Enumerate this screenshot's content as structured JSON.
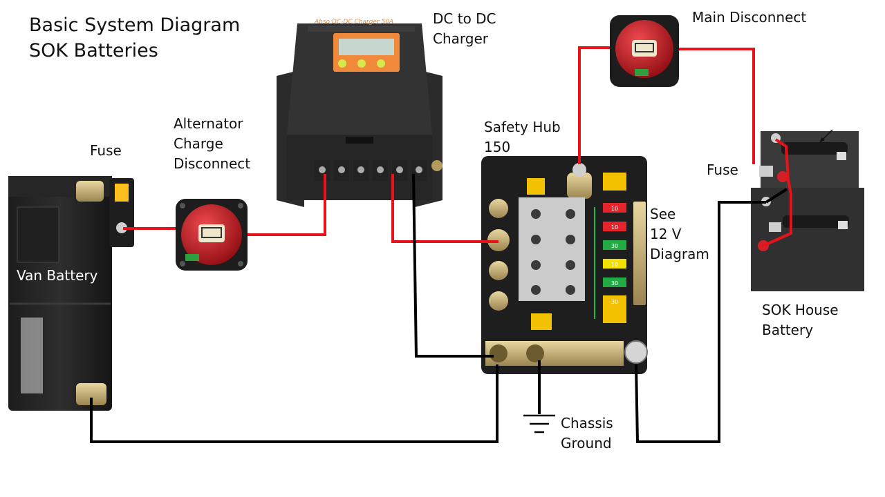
{
  "title": {
    "line1": "Basic System Diagram",
    "line2": "SOK Batteries"
  },
  "labels": {
    "fuse_left": "Fuse",
    "alternator": {
      "line1": "Alternator",
      "line2": "Charge",
      "line3": "Disconnect"
    },
    "dc_charger": {
      "line1": "DC to DC",
      "line2": "Charger"
    },
    "charger_brand": "Abso DC-DC Charger 50A",
    "main_disconnect": "Main Disconnect",
    "safety_hub": {
      "line1": "Safety Hub",
      "line2": "150"
    },
    "fuse_right": "Fuse",
    "see_12v": {
      "line1": "See",
      "line2": "12 V",
      "line3": "Diagram"
    },
    "van_battery": "Van Battery",
    "sok_house": {
      "line1": "SOK House",
      "line2": "Battery"
    },
    "chassis": {
      "line1": "Chassis",
      "line2": "Ground"
    }
  },
  "colors": {
    "positive_wire": "#e8131a",
    "negative_wire": "#000000",
    "switch_red": "#c8171f",
    "charger_screen": "#f08a3a"
  },
  "fuse_ratings": [
    "10",
    "10",
    "30",
    "10",
    "30",
    "30"
  ]
}
